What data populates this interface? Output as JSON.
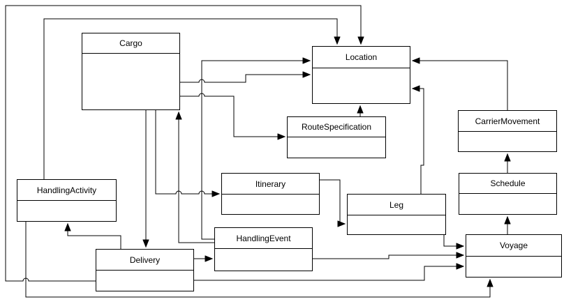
{
  "diagram": {
    "type": "uml-class-diagram",
    "colors": {
      "stroke": "#000000",
      "node_fill": "#ffffff",
      "background": "#ffffff"
    },
    "nodes": {
      "cargo": {
        "label": "Cargo"
      },
      "location": {
        "label": "Location"
      },
      "route_specification": {
        "label": "RouteSpecification"
      },
      "carrier_movement": {
        "label": "CarrierMovement"
      },
      "schedule": {
        "label": "Schedule"
      },
      "voyage": {
        "label": "Voyage"
      },
      "itinerary": {
        "label": "Itinerary"
      },
      "leg": {
        "label": "Leg"
      },
      "handling_event": {
        "label": "HandlingEvent"
      },
      "handling_activity": {
        "label": "HandlingActivity"
      },
      "delivery": {
        "label": "Delivery"
      }
    },
    "edges": [
      {
        "from": "Cargo",
        "to": "Location"
      },
      {
        "from": "Cargo",
        "to": "RouteSpecification"
      },
      {
        "from": "Cargo",
        "to": "Itinerary"
      },
      {
        "from": "Cargo",
        "to": "Delivery"
      },
      {
        "from": "HandlingEvent",
        "to": "Cargo"
      },
      {
        "from": "HandlingEvent",
        "to": "Location"
      },
      {
        "from": "HandlingEvent",
        "to": "Voyage"
      },
      {
        "from": "HandlingActivity",
        "to": "Location"
      },
      {
        "from": "HandlingActivity",
        "to": "Voyage"
      },
      {
        "from": "Delivery",
        "to": "Location"
      },
      {
        "from": "Delivery",
        "to": "Voyage"
      },
      {
        "from": "Delivery",
        "to": "HandlingActivity"
      },
      {
        "from": "Delivery",
        "to": "HandlingEvent"
      },
      {
        "from": "RouteSpecification",
        "to": "Location"
      },
      {
        "from": "CarrierMovement",
        "to": "Location"
      },
      {
        "from": "Leg",
        "to": "Location"
      },
      {
        "from": "Leg",
        "to": "Voyage"
      },
      {
        "from": "Itinerary",
        "to": "Leg"
      },
      {
        "from": "Schedule",
        "to": "CarrierMovement"
      },
      {
        "from": "Voyage",
        "to": "Schedule"
      }
    ]
  }
}
